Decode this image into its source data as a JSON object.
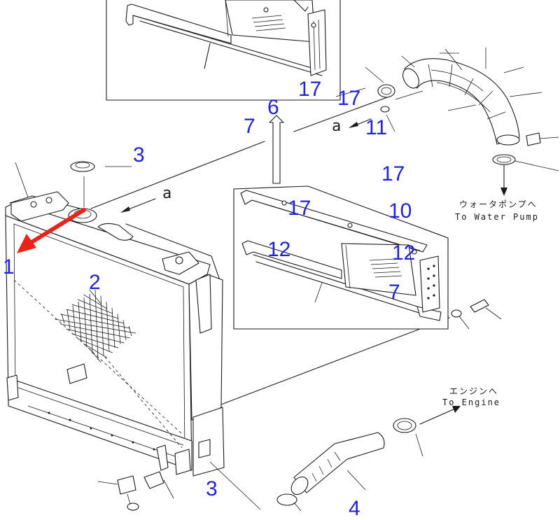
{
  "labels": {
    "n17_top": "17",
    "n17_upper": "17",
    "n6": "6",
    "n7_left": "7",
    "n11": "11",
    "n3_top": "3",
    "n17_mid": "17",
    "n17_detail": "17",
    "n10": "10",
    "n12_left": "12",
    "n12_right": "12",
    "n7_detail": "7",
    "n1": "1",
    "n2": "2",
    "n3_bottom": "3",
    "n4": "4"
  },
  "texts": {
    "a_upper": "a",
    "a_lower": "a",
    "water_pump_jp": "ウォータポンプへ",
    "water_pump_en": "To Water Pump",
    "engine_jp": "エンジンへ",
    "engine_en": "To Engine"
  },
  "colors": {
    "callout": "#2222dd",
    "pointer_arrow": "#e8231a",
    "line": "#1a1a1a"
  }
}
